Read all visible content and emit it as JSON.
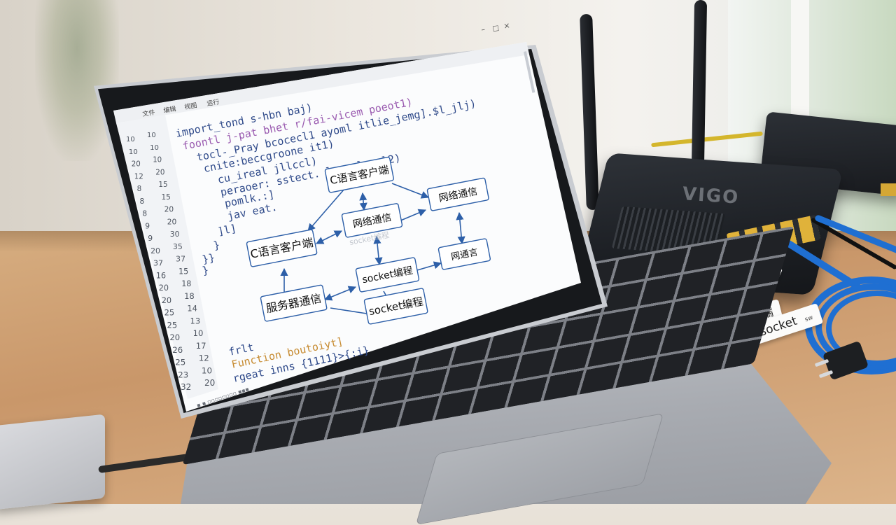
{
  "editor": {
    "menu": [
      "文件",
      "编辑",
      "视图",
      "运行"
    ],
    "gutter_left": [
      "10",
      "10",
      "20",
      "12",
      "8",
      "8",
      "8",
      "9",
      "9",
      "20",
      "37",
      "16",
      "20",
      "20",
      "25",
      "25",
      "20",
      "26",
      "25",
      "23",
      "32"
    ],
    "gutter_right": [
      "10",
      "10",
      "10",
      "20",
      "15",
      "15",
      "20",
      "20",
      "30",
      "35",
      "37",
      "15",
      "18",
      "18",
      "14",
      "13",
      "10",
      "17",
      "12",
      "10",
      "20"
    ],
    "code_top": [
      "import_tond s-hbn baj)",
      "foontl j-pat bhet r/fai-vicem poeot1)",
      "tocl-_Pray bcocecl1 ayoml itlie_jemg].$l_jlj)",
      "cnite:beccgroone it1)",
      "cu_ireal jllccl)",
      "peraoer: sstect. lrpual.:al2)",
      "pomlk.:]",
      "jav eat.",
      "]l]",
      "}",
      "}}",
      "}"
    ],
    "code_bottom": [
      "frlt",
      "Function boutoiyt]",
      "rgeat inns {1111}>{:i}"
    ],
    "status": "▪ ▪ ▫▫▫▫▫▫▫▫ ▪▪▪"
  },
  "diagram": {
    "nodes": {
      "client_top": "C语言客户端",
      "net_right": "网络通信",
      "net_center": "网络通信",
      "client_left": "C语言客户端",
      "watermark": "socket编程",
      "net_lang": "网通言",
      "socket_center": "socket编程",
      "server": "服务器通信",
      "socket_bottom": "socket编程"
    }
  },
  "tags": {
    "tag1": "C语言客户端",
    "tag2": "socket",
    "tag2_small": "sw",
    "tag_vertical": "⁞⁞⁞"
  },
  "router": {
    "brand": "VIGO"
  },
  "colors": {
    "screen_bg": "#fbfcfd",
    "diagram_line": "#2d5fa8",
    "code_main": "#2f4a8a",
    "code_alt": "#9a5bb0",
    "code_orange": "#c68a2f"
  }
}
